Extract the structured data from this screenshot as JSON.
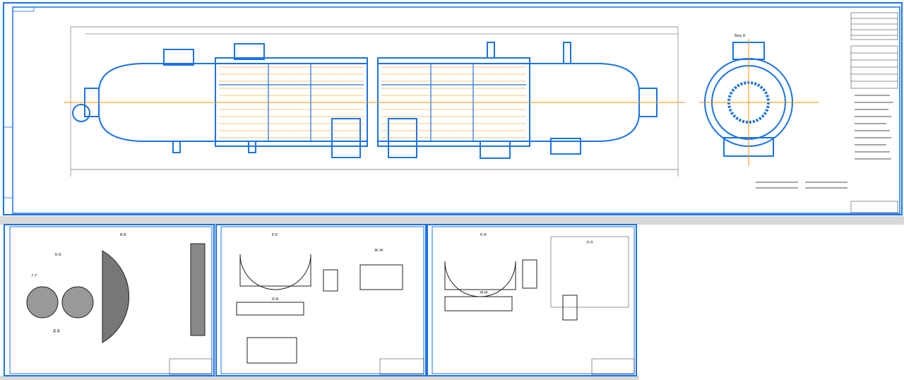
{
  "colors": {
    "outline": "#1a73e8",
    "centerline": "#ff8c00",
    "dim": "#222222",
    "frame": "#1a73e8"
  },
  "sheets": [
    {
      "id": "main",
      "view_label": "Вид А"
    },
    {
      "id": "sheet2",
      "labels": [
        "Б-Б",
        "В-В",
        "Г-Г",
        "Д-Д"
      ]
    },
    {
      "id": "sheet3",
      "labels": [
        "Е-Е",
        "Ж-Ж",
        "И-И"
      ]
    },
    {
      "id": "sheet4",
      "labels": [
        "К-К",
        "Л-Л",
        "М-М"
      ]
    }
  ]
}
